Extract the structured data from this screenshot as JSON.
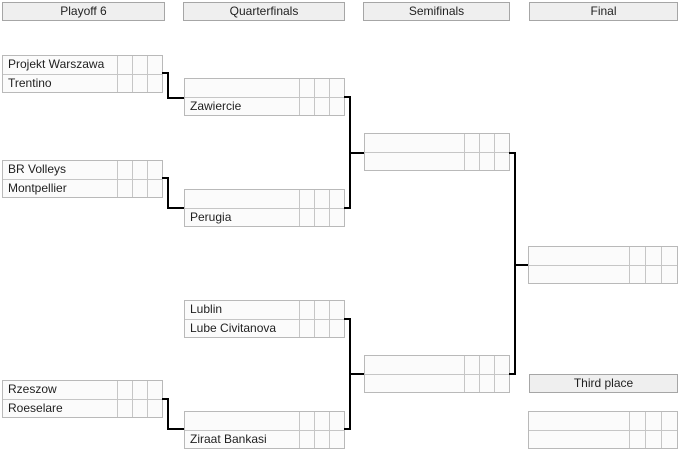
{
  "columns": {
    "playoff": "Playoff 6",
    "quarterfinals": "Quarterfinals",
    "semifinals": "Semifinals",
    "final": "Final"
  },
  "third_place_label": "Third place",
  "bracket": {
    "po1": {
      "team1": "Projekt Warszawa",
      "team2": "Trentino"
    },
    "po2": {
      "team1": "BR Volleys",
      "team2": "Montpellier"
    },
    "po3": {
      "team1": "Rzeszow",
      "team2": "Roeselare"
    },
    "qf1": {
      "team1": "",
      "team2": "Zawiercie"
    },
    "qf2": {
      "team1": "",
      "team2": "Perugia"
    },
    "qf3": {
      "team1": "Lublin",
      "team2": "Lube Civitanova"
    },
    "qf4": {
      "team1": "",
      "team2": "Ziraat Bankasi"
    },
    "sf1": {
      "team1": "",
      "team2": ""
    },
    "sf2": {
      "team1": "",
      "team2": ""
    },
    "final": {
      "team1": "",
      "team2": ""
    },
    "third": {
      "team1": "",
      "team2": ""
    }
  },
  "colors": {
    "connector": "#000000",
    "header_bg": "#efefef",
    "header_border": "#a6a6a6",
    "box_border": "#b9b9b9",
    "cell_bg": "#fbfbfb"
  }
}
